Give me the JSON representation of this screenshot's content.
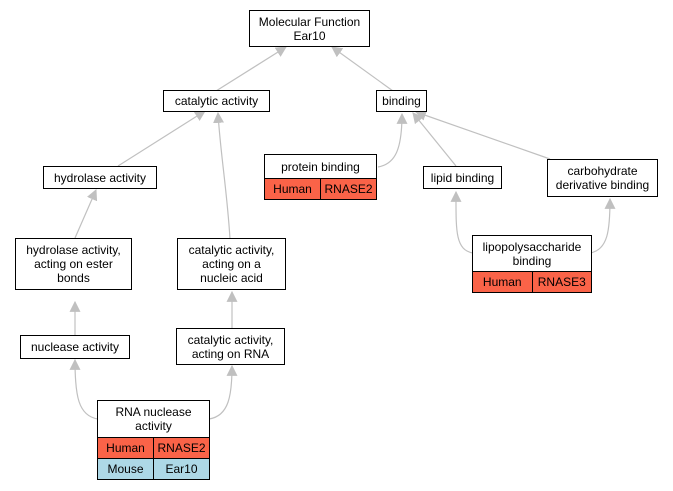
{
  "colors": {
    "edge": "#c0c0c0",
    "human": "#fa6348",
    "mouse": "#add8e6"
  },
  "nodes": {
    "mf": "Molecular Function\nEar10",
    "catalytic": "catalytic activity",
    "binding": "binding",
    "hydrolase": "hydrolase activity",
    "protein_binding": "protein binding",
    "lipid_binding": "lipid binding",
    "carbohydrate": "carbohydrate\nderivative binding",
    "hydrolase_ester": "hydrolase activity,\nacting on ester\nbonds",
    "catalytic_nucleic": "catalytic activity,\nacting on a\nnucleic acid",
    "lps": "lipopolysaccharide\nbinding",
    "nuclease": "nuclease activity",
    "catalytic_rna": "catalytic activity,\nacting on RNA",
    "rna_nuclease": "RNA nuclease\nactivity"
  },
  "annotations": {
    "protein_binding": [
      {
        "species": "Human",
        "gene": "RNASE2"
      }
    ],
    "lps": [
      {
        "species": "Human",
        "gene": "RNASE3"
      }
    ],
    "rna_nuclease": [
      {
        "species": "Human",
        "gene": "RNASE2"
      },
      {
        "species": "Mouse",
        "gene": "Ear10"
      }
    ]
  }
}
